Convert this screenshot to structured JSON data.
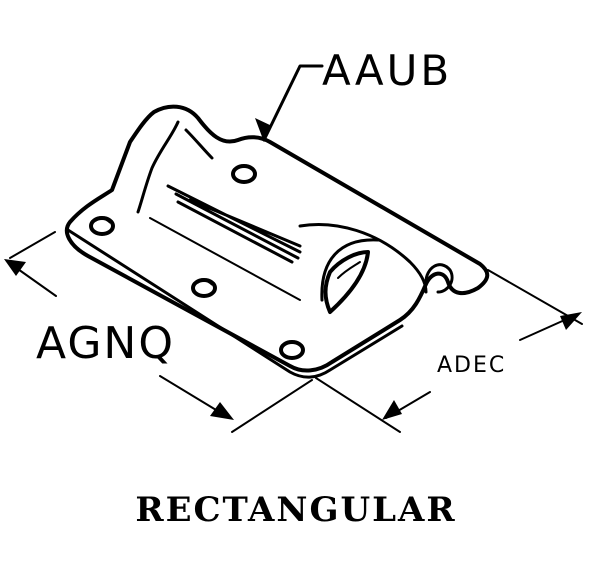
{
  "callouts": {
    "top": "AAUB",
    "left": "AGNQ",
    "right": "ADEC"
  },
  "caption": "RECTANGULAR",
  "colors": {
    "ink": "#000000",
    "paper": "#ffffff"
  }
}
